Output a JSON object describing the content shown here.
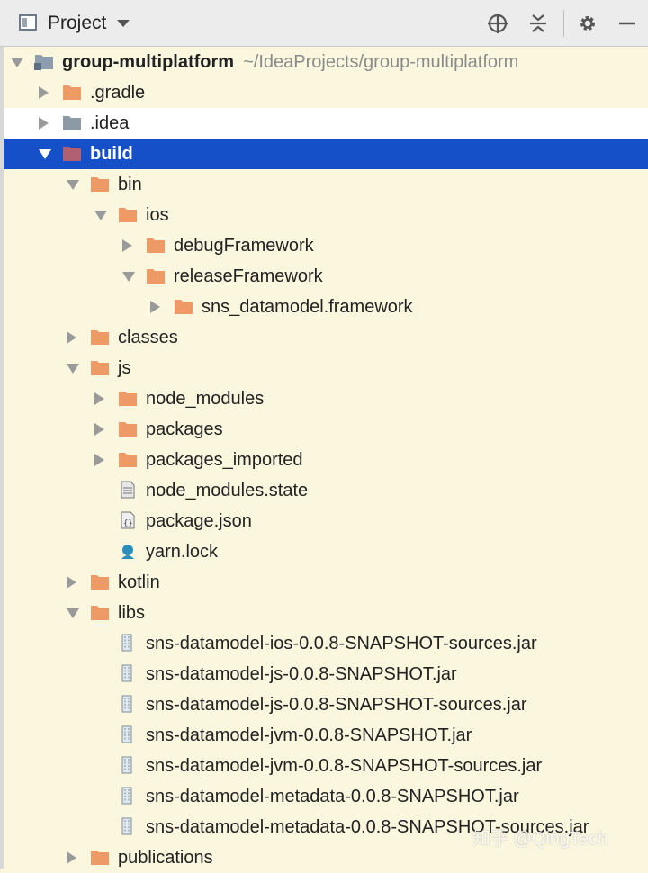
{
  "toolbar": {
    "title": "Project",
    "icons": [
      "crosshair-icon",
      "collapse-all-icon",
      "gear-icon",
      "minimize-icon"
    ]
  },
  "tree": [
    {
      "depth": 0,
      "label": "group-multiplatform",
      "path": "~/IdeaProjects/group-multiplatform",
      "kind": "module",
      "arrow": "open",
      "bold": true
    },
    {
      "depth": 1,
      "label": ".gradle",
      "kind": "folder-orange",
      "arrow": "closed"
    },
    {
      "depth": 1,
      "label": ".idea",
      "kind": "folder-grey",
      "arrow": "closed"
    },
    {
      "depth": 1,
      "label": "build",
      "kind": "folder-excluded",
      "arrow": "open",
      "selected": true
    },
    {
      "depth": 2,
      "label": "bin",
      "kind": "folder-orange",
      "arrow": "open"
    },
    {
      "depth": 3,
      "label": "ios",
      "kind": "folder-orange",
      "arrow": "open"
    },
    {
      "depth": 4,
      "label": "debugFramework",
      "kind": "folder-orange",
      "arrow": "closed"
    },
    {
      "depth": 4,
      "label": "releaseFramework",
      "kind": "folder-orange",
      "arrow": "open"
    },
    {
      "depth": 5,
      "label": "sns_datamodel.framework",
      "kind": "folder-orange",
      "arrow": "closed"
    },
    {
      "depth": 2,
      "label": "classes",
      "kind": "folder-orange",
      "arrow": "closed"
    },
    {
      "depth": 2,
      "label": "js",
      "kind": "folder-orange",
      "arrow": "open"
    },
    {
      "depth": 3,
      "label": "node_modules",
      "kind": "folder-orange",
      "arrow": "closed"
    },
    {
      "depth": 3,
      "label": "packages",
      "kind": "folder-orange",
      "arrow": "closed"
    },
    {
      "depth": 3,
      "label": "packages_imported",
      "kind": "folder-orange",
      "arrow": "closed"
    },
    {
      "depth": 3,
      "label": "node_modules.state",
      "kind": "file-text",
      "arrow": "none"
    },
    {
      "depth": 3,
      "label": "package.json",
      "kind": "file-json",
      "arrow": "none"
    },
    {
      "depth": 3,
      "label": "yarn.lock",
      "kind": "file-yarn",
      "arrow": "none"
    },
    {
      "depth": 2,
      "label": "kotlin",
      "kind": "folder-orange",
      "arrow": "closed"
    },
    {
      "depth": 2,
      "label": "libs",
      "kind": "folder-orange",
      "arrow": "open"
    },
    {
      "depth": 3,
      "label": "sns-datamodel-ios-0.0.8-SNAPSHOT-sources.jar",
      "kind": "file-jar",
      "arrow": "none"
    },
    {
      "depth": 3,
      "label": "sns-datamodel-js-0.0.8-SNAPSHOT.jar",
      "kind": "file-jar",
      "arrow": "none"
    },
    {
      "depth": 3,
      "label": "sns-datamodel-js-0.0.8-SNAPSHOT-sources.jar",
      "kind": "file-jar",
      "arrow": "none"
    },
    {
      "depth": 3,
      "label": "sns-datamodel-jvm-0.0.8-SNAPSHOT.jar",
      "kind": "file-jar",
      "arrow": "none"
    },
    {
      "depth": 3,
      "label": "sns-datamodel-jvm-0.0.8-SNAPSHOT-sources.jar",
      "kind": "file-jar",
      "arrow": "none"
    },
    {
      "depth": 3,
      "label": "sns-datamodel-metadata-0.0.8-SNAPSHOT.jar",
      "kind": "file-jar",
      "arrow": "none"
    },
    {
      "depth": 3,
      "label": "sns-datamodel-metadata-0.0.8-SNAPSHOT-sources.jar",
      "kind": "file-jar",
      "arrow": "none"
    },
    {
      "depth": 2,
      "label": "publications",
      "kind": "folder-orange",
      "arrow": "closed"
    }
  ],
  "colors": {
    "folder_orange": "#ee9a66",
    "folder_grey": "#8c9aa6",
    "folder_excluded": "#b06070",
    "selection": "#1550c9",
    "background": "#fbf7df"
  },
  "watermark": "知乎 @QingTech"
}
